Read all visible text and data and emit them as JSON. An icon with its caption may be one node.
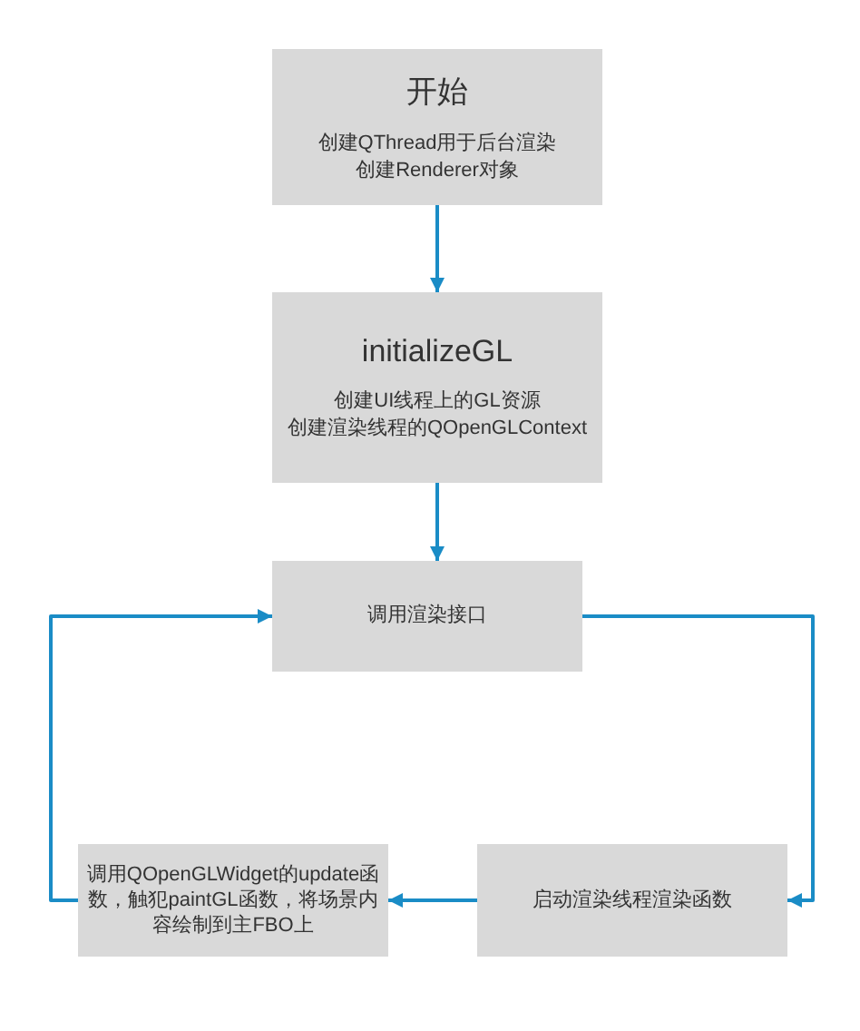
{
  "diagram": {
    "nodes": [
      {
        "text": [
          "开始",
          "创建QThread用于后台渲染",
          "创建Renderer对象"
        ]
      },
      {
        "text": [
          "initializeGL",
          "创建UI线程上的GL资源",
          "创建渲染线程的QOpenGLContext"
        ]
      },
      {
        "text": [
          "调用渲染接口"
        ]
      },
      {
        "text": [
          "调用QOpenGLWidget的update函数，触犯paintGL函数，将场景内容绘制到主FBO上"
        ]
      },
      {
        "text": [
          "启动渲染线程渲染函数"
        ]
      }
    ],
    "edges": [
      {
        "from": 0,
        "to": 1,
        "arrow": "to"
      },
      {
        "from": 1,
        "to": 2,
        "arrow": "to"
      },
      {
        "from": 2,
        "to": 4,
        "arrow": "to"
      },
      {
        "from": 4,
        "to": 3,
        "arrow": "to"
      },
      {
        "from": 3,
        "to": 2,
        "arrow": "to"
      }
    ]
  }
}
